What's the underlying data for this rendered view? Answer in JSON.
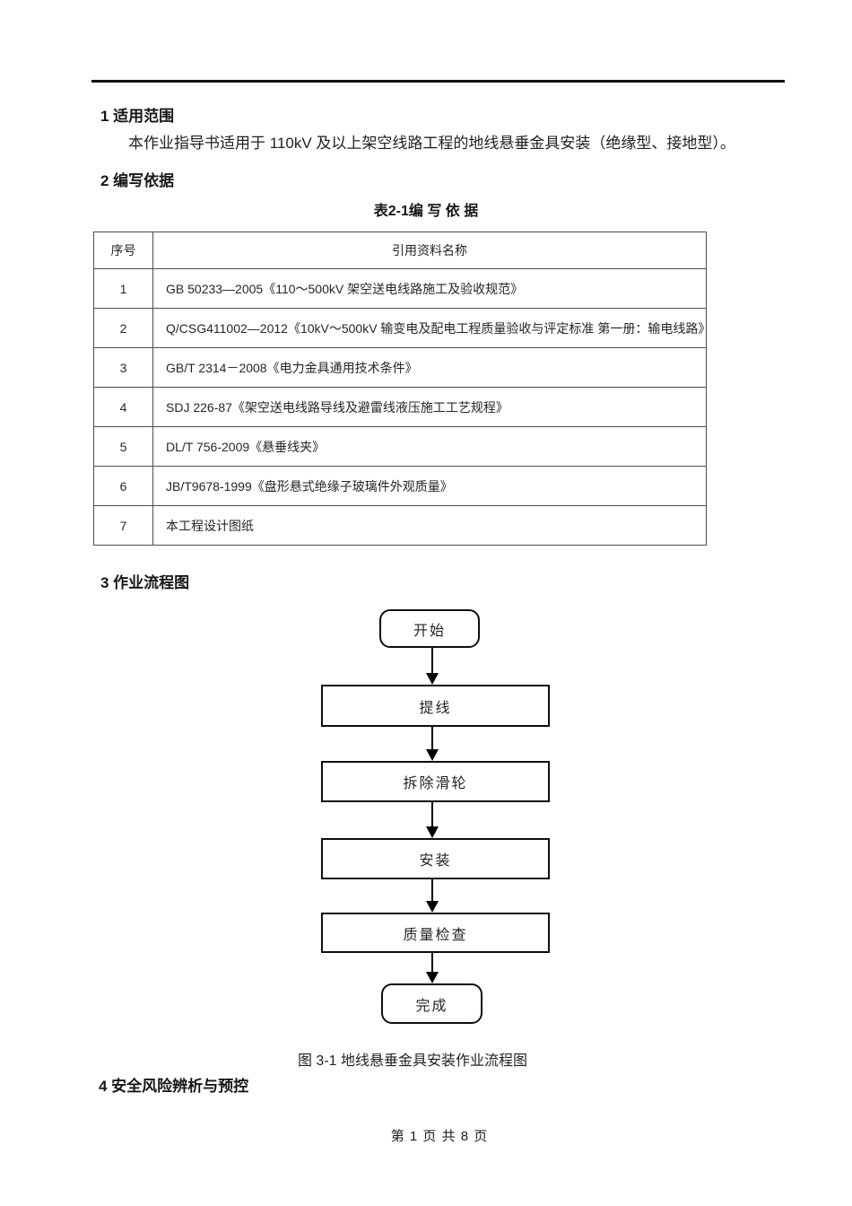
{
  "doc": {
    "ink_color": "#1c1c1c",
    "border_color": "#4d4d4d",
    "footer": "第 1 页 共 8 页"
  },
  "sections": {
    "s1": {
      "heading": "1 适用范围",
      "body": "本作业指导书适用于 110kV 及以上架空线路工程的地线悬垂金具安装（绝缘型、接地型）。"
    },
    "s2": {
      "heading": "2 编写依据",
      "table_title": "表2-1编 写 依 据"
    },
    "s3": {
      "heading": "3 作业流程图",
      "figure_caption": "图 3-1 地线悬垂金具安装作业流程图"
    },
    "s4": {
      "heading": "4 安全风险辨析与预控"
    }
  },
  "table": {
    "headers": [
      "序号",
      "引用资料名称"
    ],
    "rows": [
      [
        "1",
        "GB 50233—2005《110～500kV 架空送电线路施工及验收规范》"
      ],
      [
        "2",
        "Q/CSG411002—2012《10kV～500kV 输变电及配电工程质量验收与评定标准 第一册：输电线路》"
      ],
      [
        "3",
        "GB/T 2314－2008《电力金具通用技术条件》"
      ],
      [
        "4",
        "SDJ 226-87《架空送电线路导线及避雷线液压施工工艺规程》"
      ],
      [
        "5",
        "DL/T 756-2009《悬垂线夹》"
      ],
      [
        "6",
        "JB/T9678-1999《盘形悬式绝缘子玻璃件外观质量》"
      ],
      [
        "7",
        "本工程设计图纸"
      ]
    ]
  },
  "flowchart": {
    "steps": [
      {
        "label": "开始",
        "shape": "rounded"
      },
      {
        "label": "提线",
        "shape": "rect"
      },
      {
        "label": "拆除滑轮",
        "shape": "rect"
      },
      {
        "label": "安装",
        "shape": "rect"
      },
      {
        "label": "质量检查",
        "shape": "rect"
      },
      {
        "label": "完成",
        "shape": "rounded"
      }
    ]
  }
}
